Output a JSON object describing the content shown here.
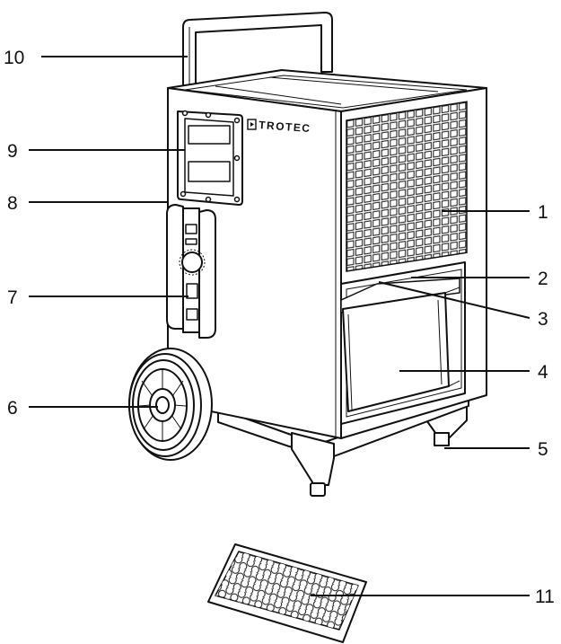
{
  "brand": "TROTEC",
  "labels": [
    {
      "id": "1",
      "text": "1"
    },
    {
      "id": "2",
      "text": "2"
    },
    {
      "id": "3",
      "text": "3"
    },
    {
      "id": "4",
      "text": "4"
    },
    {
      "id": "5",
      "text": "5"
    },
    {
      "id": "6",
      "text": "6"
    },
    {
      "id": "7",
      "text": "7"
    },
    {
      "id": "8",
      "text": "8"
    },
    {
      "id": "9",
      "text": "9"
    },
    {
      "id": "10",
      "text": "10"
    },
    {
      "id": "11",
      "text": "11"
    }
  ],
  "colors": {
    "line": "#111111",
    "background": "#ffffff"
  }
}
